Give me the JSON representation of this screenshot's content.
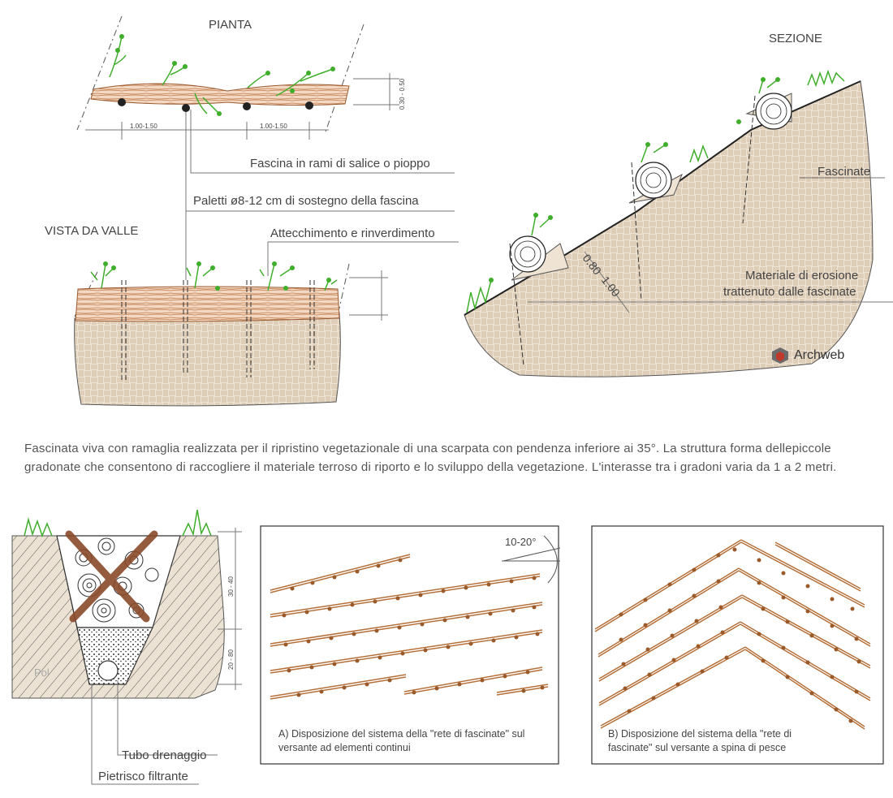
{
  "titles": {
    "plan": "PIANTA",
    "section": "SEZIONE",
    "front": "VISTA DA VALLE"
  },
  "labels": {
    "fascina": "Fascina in rami di salice o pioppo",
    "paletti": "Paletti ø8-12 cm di sostegno della fascina",
    "attecchimento": "Attecchimento e rinverdimento",
    "fascinate": "Fascinate",
    "materiale_line1": "Materiale di erosione",
    "materiale_line2": "trattenuto dalle fascinate",
    "tubo": "Tubo drenaggio",
    "pietrisco": "Pietrisco filtrante",
    "pol": "Pol"
  },
  "dimensions": {
    "plan_span_left": "1.00-1.50",
    "plan_span_right": "1.00-1.50",
    "plan_depth": "0.30 - 0.50",
    "section_d1": "0.80",
    "section_d2": "1.00",
    "trench_top": "30 - 40",
    "trench_bottom": "20 - 80",
    "angle": "10-20°"
  },
  "description": "Fascinata viva con ramaglia realizzata per il ripristino vegetazionale di una scarpata con pendenza inferiore ai 35°. La struttura forma dellepiccole gradonate che consentono di raccogliere il materiale terroso di riporto e lo sviluppo della vegetazione. L'interasse tra i gradoni varia da 1 a 2 metri.",
  "captions": {
    "a": "A) Disposizione del sistema della \"rete di fascinate\" sul versante ad elementi continui",
    "b": "B) Disposizione del sistema della \"rete di fascinate\" sul versante a spina di pesce"
  },
  "logo": {
    "text": "Archweb"
  },
  "colors": {
    "ground": "#e8dccb",
    "ground_hatch": "#c9b49a",
    "fascine": "#b5703a",
    "vegetation": "#3fae2a",
    "line": "#666666",
    "cross": "#8a4a2a",
    "logo_red": "#c0392b"
  }
}
